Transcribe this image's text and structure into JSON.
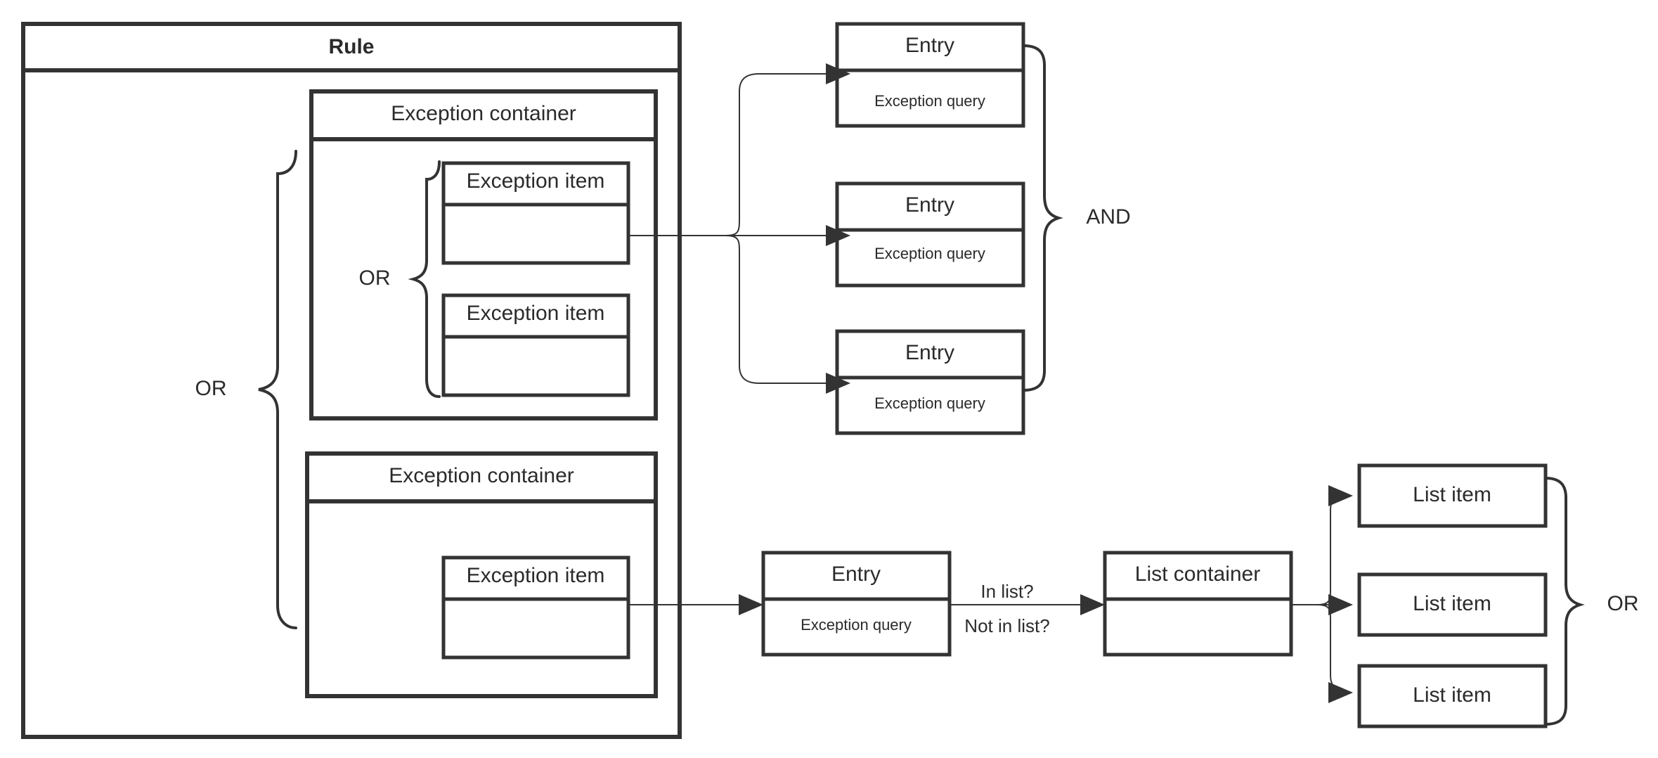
{
  "diagram": {
    "title": "Rule",
    "rule": {
      "label": "Rule",
      "operator_label": "OR"
    },
    "exception_containers": [
      {
        "label": "Exception container",
        "operator_label": "OR",
        "items": [
          {
            "label": "Exception item",
            "body": ""
          },
          {
            "label": "Exception item",
            "body": ""
          }
        ]
      },
      {
        "label": "Exception container",
        "operator_label": "",
        "items": [
          {
            "label": "Exception item",
            "body": ""
          }
        ]
      }
    ],
    "entry_group": {
      "operator_label": "AND",
      "entries": [
        {
          "label": "Entry",
          "body": "Exception query"
        },
        {
          "label": "Entry",
          "body": "Exception query"
        },
        {
          "label": "Entry",
          "body": "Exception query"
        }
      ]
    },
    "list_flow": {
      "entry": {
        "label": "Entry",
        "body": "Exception query"
      },
      "edge_labels": [
        "In list?",
        "Not in list?"
      ],
      "list_container": {
        "label": "List container",
        "body": ""
      },
      "operator_label": "OR",
      "list_items": [
        {
          "label": "List item"
        },
        {
          "label": "List item"
        },
        {
          "label": "List item"
        }
      ]
    },
    "colors": {
      "stroke": "#333333",
      "text": "#2b2b2b",
      "background": "#ffffff"
    }
  }
}
